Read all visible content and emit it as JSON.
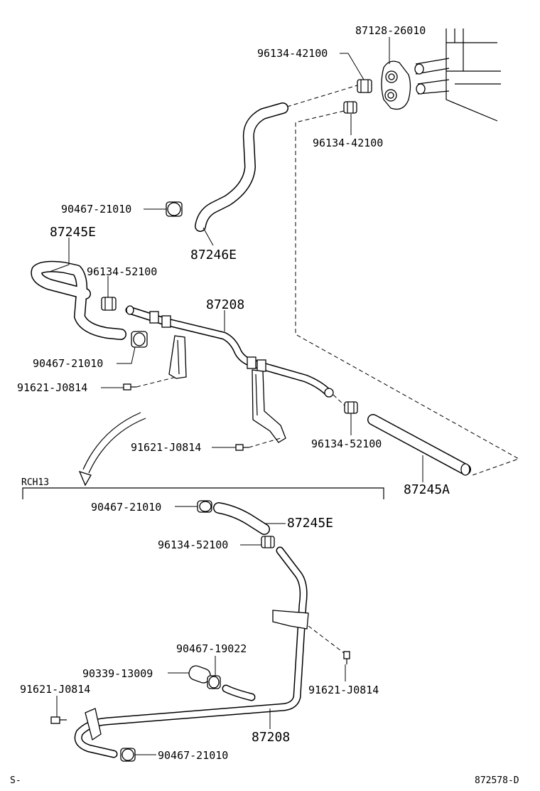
{
  "labels": {
    "p87128_26010": "87128-26010",
    "p96134_42100_a": "96134-42100",
    "p96134_42100_b": "96134-42100",
    "p90467_21010_a": "90467-21010",
    "p87245E_a": "87245E",
    "p87246E": "87246E",
    "p96134_52100_a": "96134-52100",
    "p87208_a": "87208",
    "p90467_21010_b": "90467-21010",
    "p91621_J0814_a": "91621-J0814",
    "p91621_J0814_b": "91621-J0814",
    "p96134_52100_b": "96134-52100",
    "p87245A": "87245A",
    "rch13": "RCH13",
    "p90467_21010_c": "90467-21010",
    "p87245E_b": "87245E",
    "p96134_52100_c": "96134-52100",
    "p90467_19022": "90467-19022",
    "p90339_13009": "90339-13009",
    "p91621_J0814_c": "91621-J0814",
    "p91621_J0814_d": "91621-J0814",
    "p87208_b": "87208",
    "p90467_21010_d": "90467-21010",
    "corner_left": "S-",
    "diagram_id": "872578-D"
  }
}
